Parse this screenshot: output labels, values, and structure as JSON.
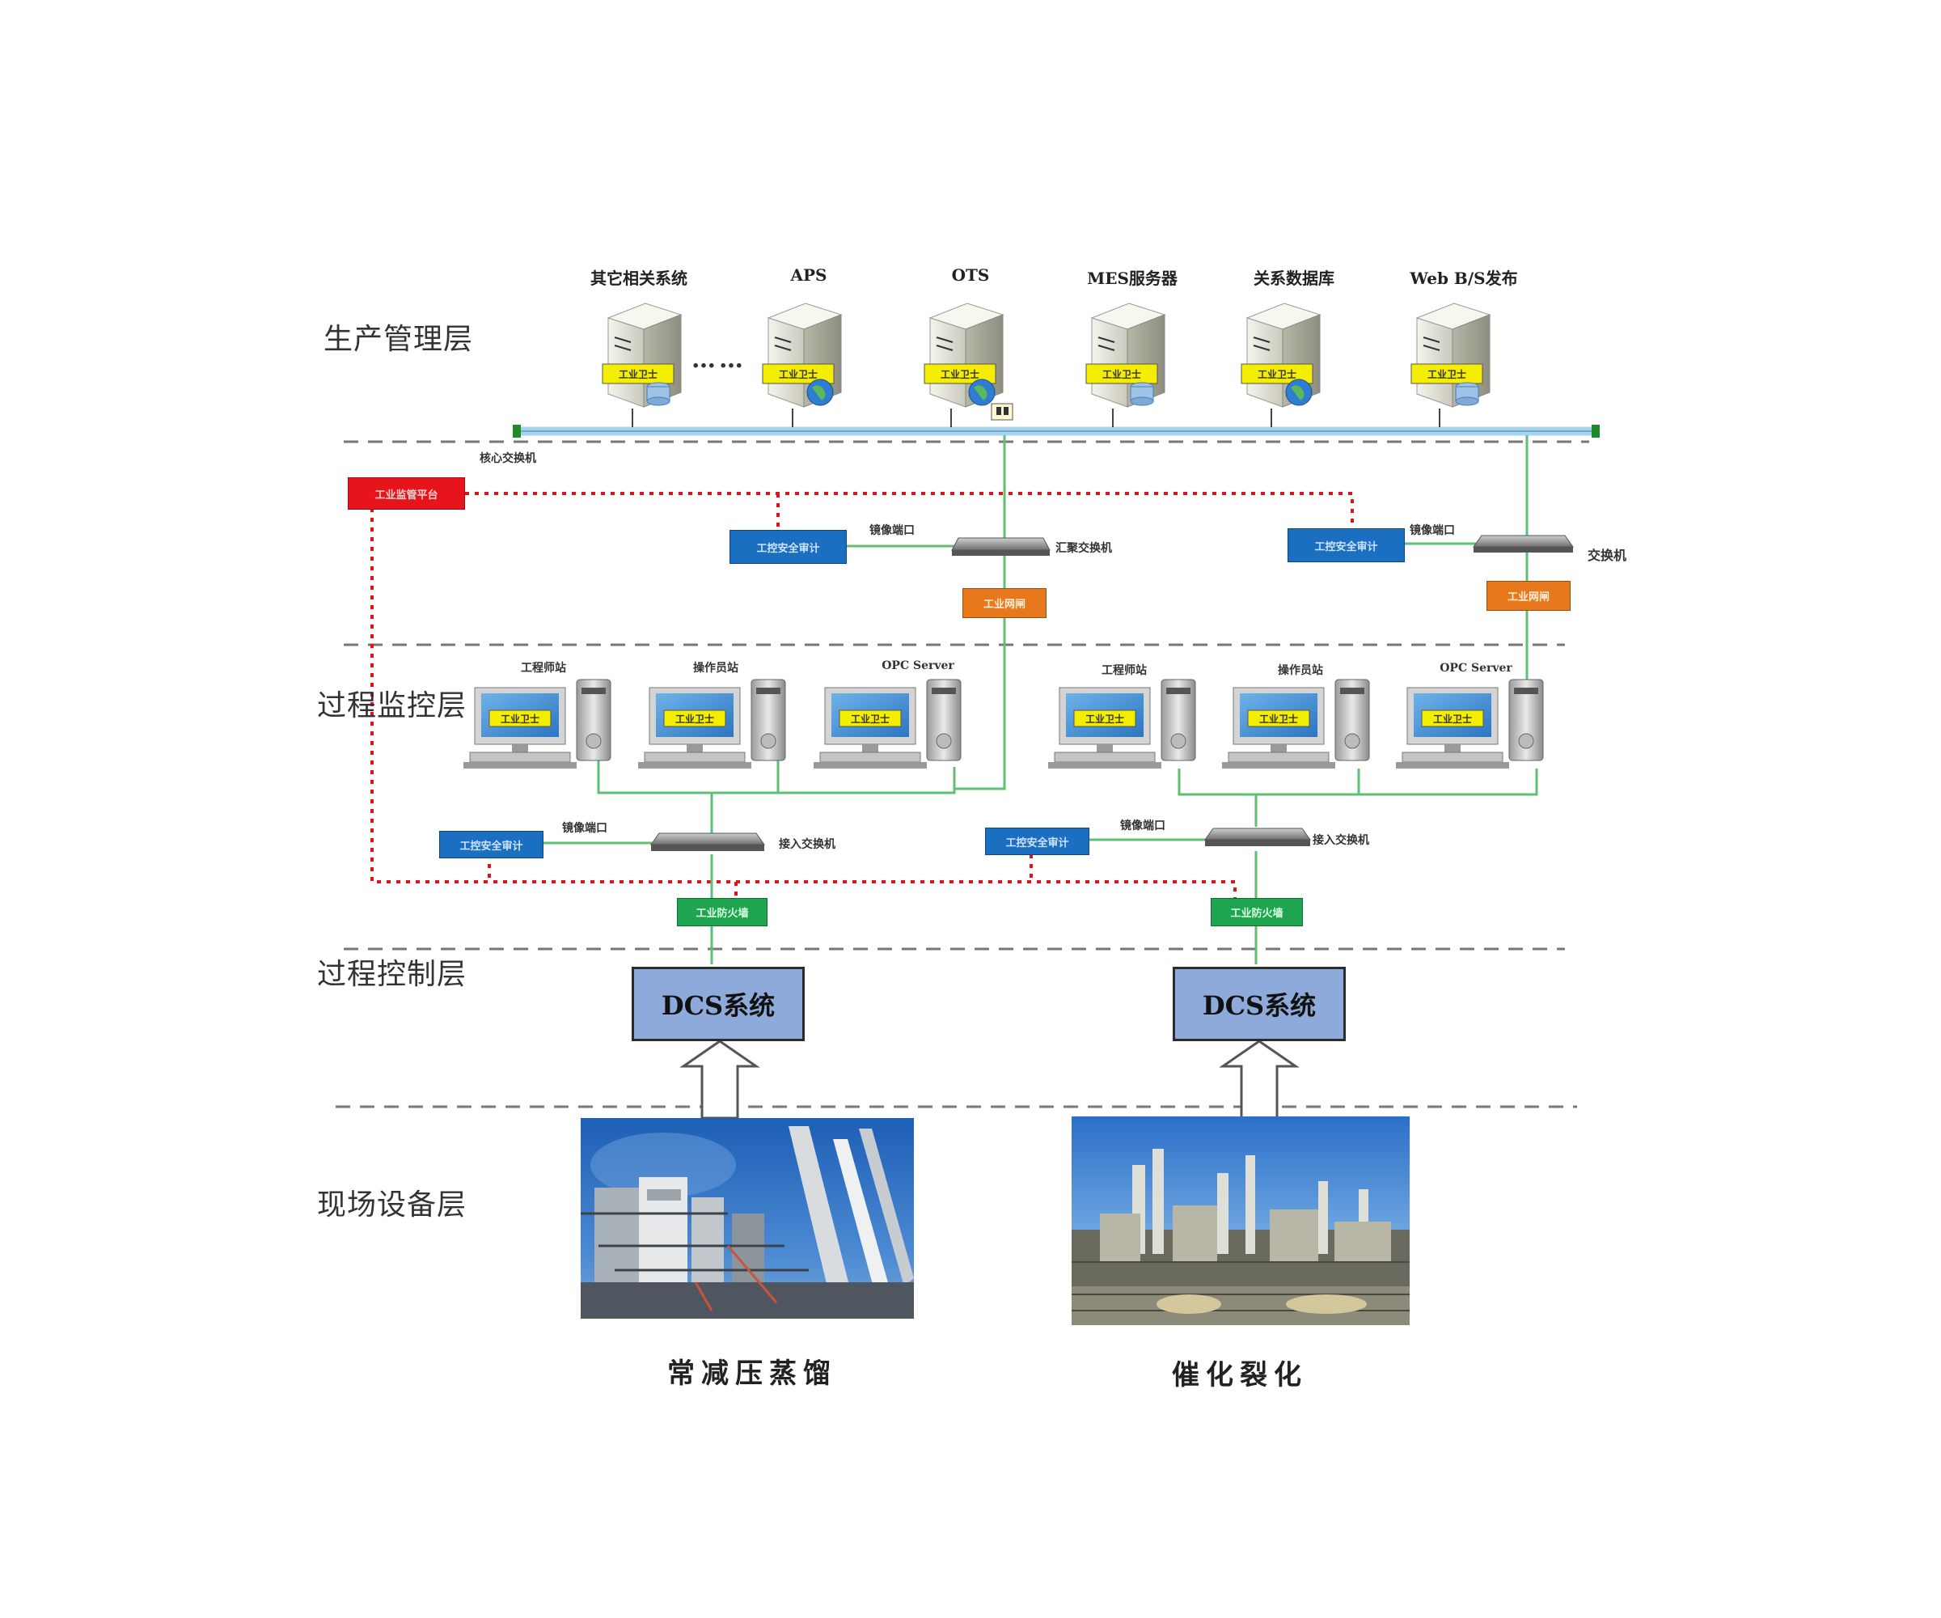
{
  "layers": {
    "production_management": "生产管理层",
    "process_monitoring": "过程监控层",
    "process_control": "过程控制层",
    "field_equipment": "现场设备层"
  },
  "servers": [
    "其它相关系统",
    "APS",
    "OTS",
    "MES服务器",
    "关系数据库",
    "Web B/S发布"
  ],
  "server_tag": "工业卫士",
  "ellipsis": "……",
  "labels": {
    "core_switch": "核心交换机",
    "monitor_platform": "工业监管平台",
    "audit": "工控安全审计",
    "mirror_port": "镜像端口",
    "aggregation_switch": "汇聚交换机",
    "switch": "交换机",
    "gateway": "工业网闸",
    "access_switch": "接入交换机",
    "firewall": "工业防火墙",
    "dcs": "DCS系统"
  },
  "workstations": [
    "工程师站",
    "操作员站",
    "OPC Server"
  ],
  "plants": [
    "常减压蒸馏",
    "催化裂化"
  ],
  "colors": {
    "server_bus": "#a9d3ec",
    "link_green": "#5fbf73",
    "dashed_red": "#e0131b",
    "platform_red": "#e8141b",
    "audit_blue": "#1a6fc0",
    "gateway_orange": "#e8781c",
    "firewall_green": "#1fa44f",
    "dcs_blue": "#8eaadb",
    "tag_yellow": "#f5ed00"
  }
}
